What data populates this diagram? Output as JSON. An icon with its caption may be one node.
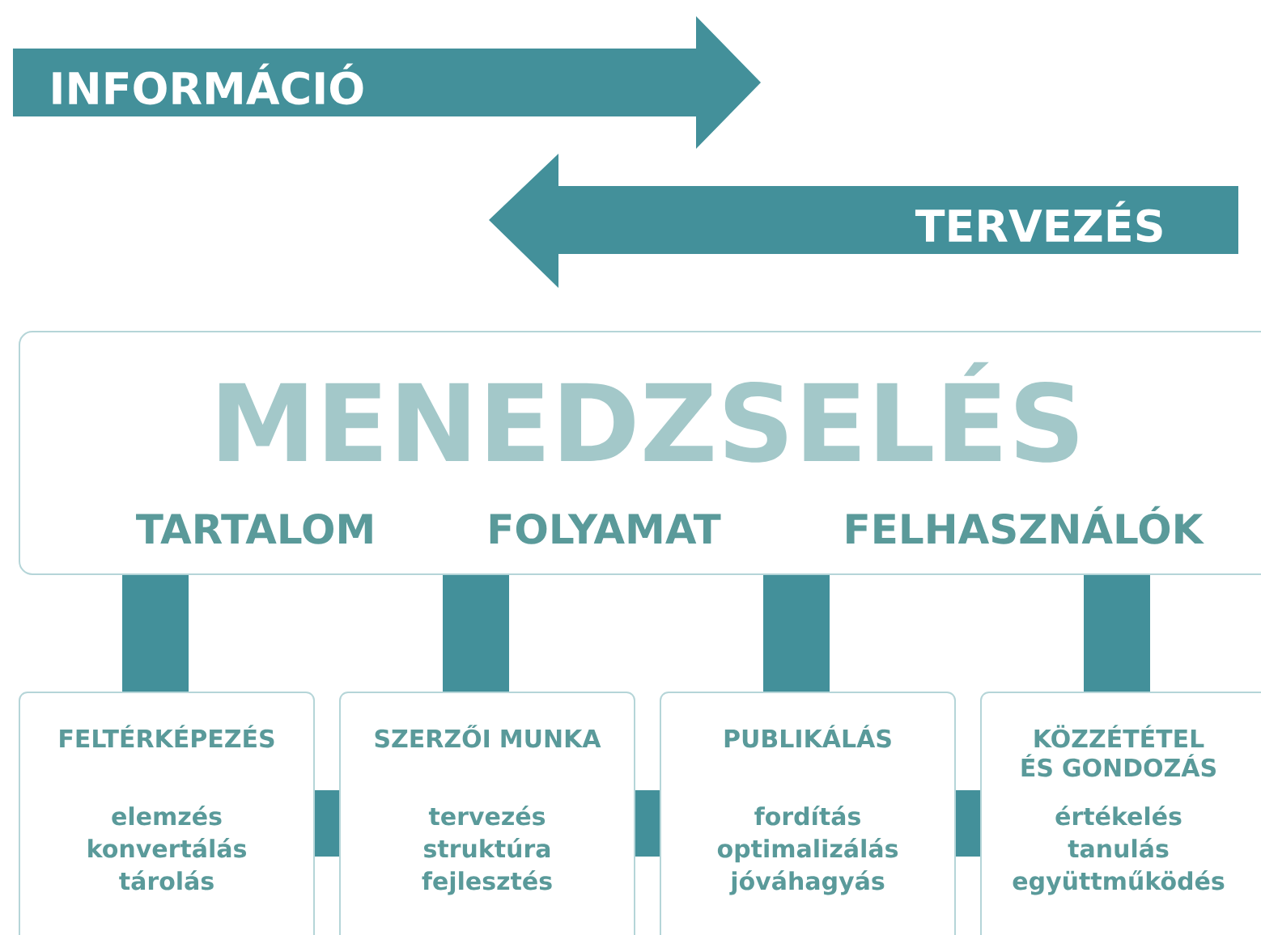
{
  "diagram": {
    "nodes": [
      {
        "text": [
          "INFORMÁCIÓ"
        ]
      },
      {
        "text": [
          "TERVEZÉS"
        ]
      },
      {
        "text": [
          "MENEDZSELÉS",
          "TARTALOM",
          "FOLYAMAT",
          "FELHASZNÁLÓK"
        ]
      },
      {
        "text": [
          "FELTÉRKÉPEZÉS",
          "elemzés konvertálás tárolás"
        ]
      },
      {
        "text": [
          "SZERZŐI MUNKA",
          "tervezés struktúra fejlesztés"
        ]
      },
      {
        "text": [
          "PUBLIKÁLÁS",
          "fordítás optimalizálás jóváhagyás"
        ]
      },
      {
        "text": [
          "KÖZZÉTÉTEL ÉS GONDOZÁS",
          "értékelés tanulás együttműködés"
        ]
      }
    ],
    "edges": [
      {
        "from": 2,
        "to": 3,
        "arrow": "none"
      },
      {
        "from": 2,
        "to": 4,
        "arrow": "none"
      },
      {
        "from": 2,
        "to": 5,
        "arrow": "none"
      },
      {
        "from": 2,
        "to": 6,
        "arrow": "none"
      },
      {
        "from": 3,
        "to": 4,
        "arrow": "none"
      },
      {
        "from": 4,
        "to": 5,
        "arrow": "none"
      },
      {
        "from": 5,
        "to": 6,
        "arrow": "none"
      }
    ]
  }
}
